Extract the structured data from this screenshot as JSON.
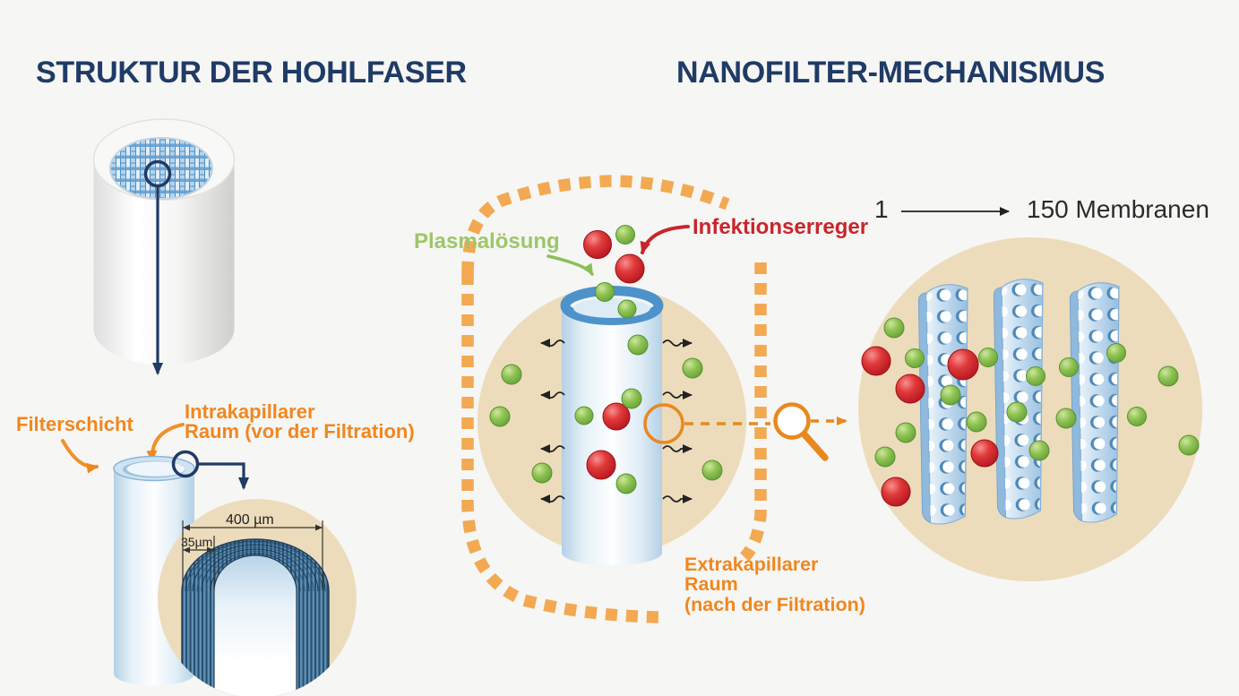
{
  "left_panel": {
    "title": "STRUKTUR DER HOHLFASER",
    "labels": {
      "filterschicht": "Filterschicht",
      "intrakapillar_line1": "Intrakapillarer",
      "intrakapillar_line2": "Raum (vor der Filtration)",
      "outer_diameter": "400 µm",
      "wall_thickness": "35µm"
    }
  },
  "right_panel": {
    "title": "NANOFILTER-MECHANISMUS",
    "labels": {
      "plasma": "Plasmalösung",
      "pathogen": "Infektionserreger",
      "extrakapillar_line1": "Extrakapillarer",
      "extrakapillar_line2": "Raum",
      "extrakapillar_line3": "(nach der Filtration)",
      "membrane_count_from": "1",
      "membrane_count_to": "150 Membranen"
    }
  },
  "colors": {
    "background": "#f6f6f4",
    "title_navy": "#1f3b66",
    "label_orange": "#f0871f",
    "dash_orange": "#f2a952",
    "magnifier_orange": "#e8891f",
    "plasma_green_label": "#9cc769",
    "particle_green": "#8fc353",
    "pathogen_red_label": "#c9252c",
    "particle_red": "#d6202b",
    "tube_rim_blue": "#4e92ca",
    "membrane_blue": "#9dc3e2",
    "circle_beige": "#ecdcbb"
  }
}
